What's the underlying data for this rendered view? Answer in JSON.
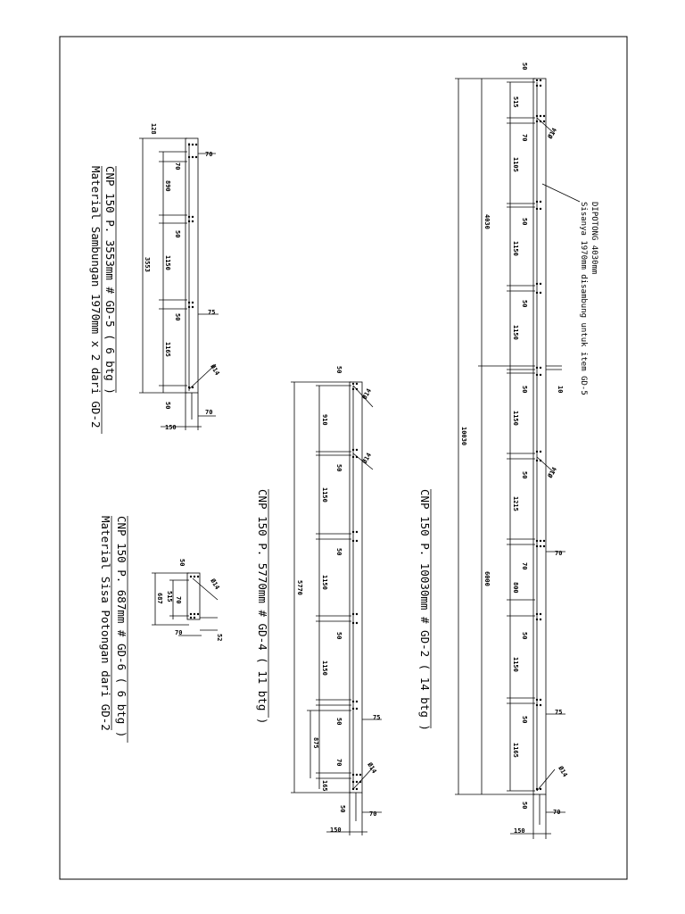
{
  "gd5": {
    "title": "CNP 150 P. 3553mm # GD-5 ( 6 btg )",
    "subtitle": "Material Sambungan 1970mm x 2 dari GD-2",
    "dims": {
      "top_edge": "128",
      "seg1": "890",
      "gap1": "50",
      "seg2": "1150",
      "gap2": "50",
      "seg3": "1165",
      "bottom_edge": "50",
      "total": "3553",
      "hole_top": "70",
      "hole_mid": "75",
      "hole_bottom": "70",
      "width": "150",
      "bolt_top": "70",
      "bolt_bottom": "70",
      "hole_dia": "Ø14"
    }
  },
  "gd4": {
    "title": "CNP 150 P. 5770mm # GD-4 ( 11 btg )",
    "dims": {
      "top_edge": "50",
      "seg1": "910",
      "gap1": "50",
      "seg2": "1150",
      "gap2": "50",
      "seg3": "1150",
      "gap3": "50",
      "seg4": "1150",
      "gap4": "50",
      "seg5": "875",
      "gap5": "70",
      "bottom_inner": "165",
      "bottom_edge": "50",
      "total": "5770",
      "hole_75": "75",
      "hole_70": "70",
      "width": "150",
      "hole_dia_top": "Ø14",
      "hole_dia_mid": "Ø14",
      "hole_dia_bottom": "Ø14"
    }
  },
  "gd6": {
    "title": "CNP 150 P. 687mm # GD-6 ( 6 btg )",
    "subtitle": "Material Sisa Potongan dari GD-2",
    "dims": {
      "top_edge": "50",
      "seg1": "515",
      "gap1": "70",
      "total": "687",
      "hole_70": "70",
      "hole_52": "52",
      "hole_dia": "Ø14"
    }
  },
  "gd2": {
    "title": "CNP 150 P. 10030mm # GD-2 ( 14 btg )",
    "note_line1": "DIPOTONG 4030mm",
    "note_line2": "Sisanya 1970mm disambung untuk item GD-5",
    "dims": {
      "top_edge": "50",
      "seg1": "515",
      "gap1": "70",
      "seg2": "1105",
      "gap2": "50",
      "seg3": "1150",
      "gap3": "50",
      "seg4": "1150",
      "cut_gap": "10",
      "gap4": "50",
      "seg5": "1150",
      "gap5": "50",
      "seg6": "1215",
      "gap6": "70",
      "seg7": "800",
      "gap7": "50",
      "seg8": "1150",
      "gap8": "50",
      "seg9": "1165",
      "bottom_edge": "50",
      "part_a": "4030",
      "part_b": "6000",
      "total": "10030",
      "hole_70": "70",
      "hole_75": "75",
      "hole_70b": "70",
      "width": "150",
      "hole_dia_1": "Ø14",
      "hole_dia_2": "Ø14",
      "hole_dia_3": "Ø14"
    }
  }
}
